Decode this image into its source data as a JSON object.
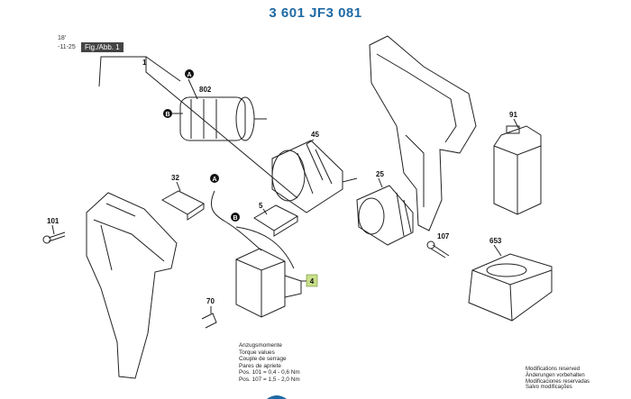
{
  "title": "3 601 JF3 081",
  "side_notes": [
    "18'",
    "-11-25"
  ],
  "figure_label": "Fig./Abb. 1",
  "parts": {
    "p1": "1",
    "p802": "802",
    "p45": "45",
    "p32": "32",
    "p5": "5",
    "p25": "25",
    "p91": "91",
    "p101": "101",
    "p107": "107",
    "p653": "653",
    "p70": "70",
    "p4": "4"
  },
  "connector_marks": [
    "A",
    "B",
    "A",
    "B"
  ],
  "torque_values": {
    "heading": [
      "Anzugsmomente",
      "Torque values",
      "Couple de serrage",
      "Pares de apriete"
    ],
    "rows": [
      "Pos. 101 = 0,4 - 0,6 Nm",
      "Pos. 107 = 1,5 - 2,0 Nm"
    ]
  },
  "modification_note": [
    "Modifications reserved",
    "Änderungen vorbehalten",
    "Modificaciones reservadas",
    "Salvo modificações"
  ],
  "colors": {
    "title": "#1f6aa5",
    "highlight": "#c8e08a",
    "line": "#222222"
  }
}
